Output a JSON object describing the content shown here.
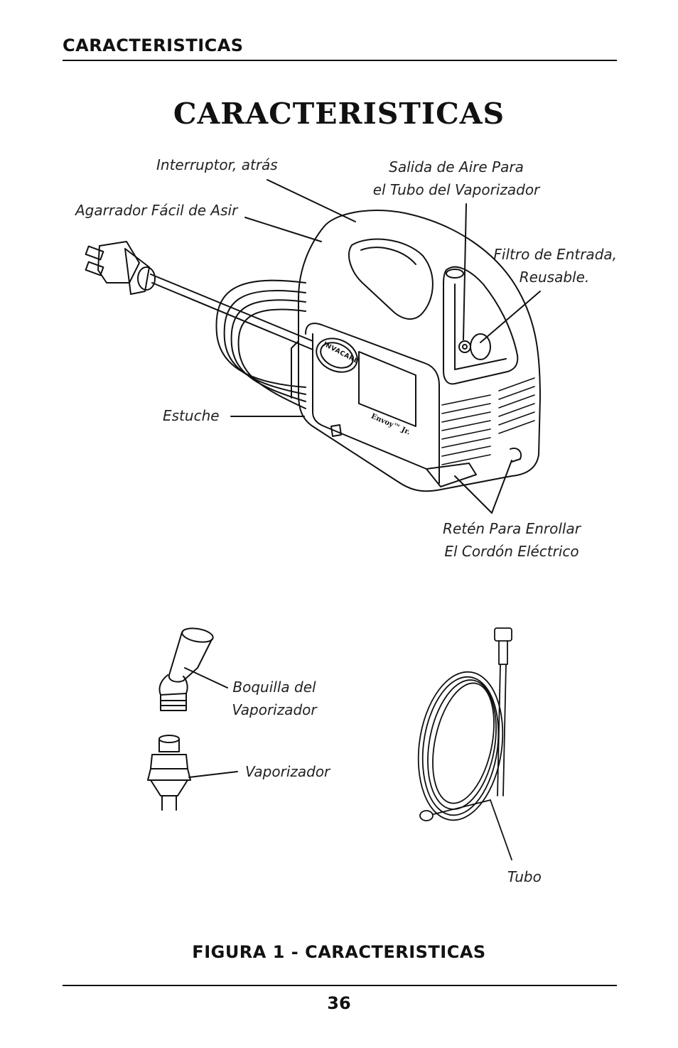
{
  "header": {
    "running_title": "CARACTERISTICAS"
  },
  "title": "CARACTERISTICAS",
  "labels": {
    "switch": "Interruptor, atrás",
    "handle": "Agarrador Fácil de Asir",
    "air_outlet_line1": "Salida de Aire Para",
    "air_outlet_line2": "el Tubo del Vaporizador",
    "filter_line1": "Filtro de Entrada,",
    "filter_line2": "Reusable.",
    "case": "Estuche",
    "cord_line1": "Retén Para Enrollar",
    "cord_line2": "El Cordón Eléctrico",
    "mouthpiece_line1": "Boquilla del",
    "mouthpiece_line2": "Vaporizador",
    "nebulizer": "Vaporizador",
    "tube": "Tubo"
  },
  "brand_logo_text": "INVACARE",
  "model_text": "Envoy™ Jr.",
  "figure_caption": "FIGURA 1 - CARACTERISTICAS",
  "page_number": "36"
}
